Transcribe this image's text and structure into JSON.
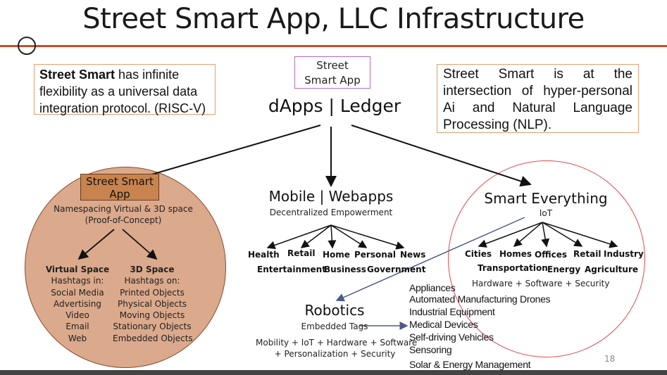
{
  "title": "Street Smart App, LLC Infrastructure",
  "left_note": {
    "bold": "Street Smart",
    "rest": " has infinite flexibility as a universal data integration protocol. (RISC-V)"
  },
  "right_note": "Street Smart is at the intersection of hyper-personal Ai and Natural Language Processing (NLP).",
  "top_node": {
    "label_line1": "Street",
    "label_line2": "Smart App",
    "subtitle": "dApps | Ledger"
  },
  "left_node": {
    "box_line1": "Street Smart",
    "box_line2": "App",
    "desc_line1": "Namespacing Virtual & 3D space",
    "desc_line2": "(Proof-of-Concept)",
    "virtual": {
      "title": "Virtual Space",
      "items": [
        "Hashtags in:",
        "Social Media",
        "Advertising",
        "Video",
        "Email",
        "Web"
      ]
    },
    "space3d": {
      "title": "3D Space",
      "items": [
        "Hashtags on:",
        "Printed Objects",
        "Physical Objects",
        "Moving Objects",
        "Stationary Objects",
        "Embedded Objects"
      ]
    }
  },
  "middle_node": {
    "title": "Mobile | Webapps",
    "subtitle": "Decentralized Empowerment",
    "row1": [
      "Health",
      "Retail",
      "Home",
      "Personal",
      "News"
    ],
    "row2": [
      "Entertainment",
      "Business",
      "Government"
    ]
  },
  "right_node": {
    "title": "Smart Everything",
    "subtitle": "IoT",
    "row1": [
      "Cities",
      "Homes",
      "Offices",
      "Retail",
      "Industry"
    ],
    "row2": [
      "Transportation",
      "Energy",
      "Agriculture"
    ],
    "footer": "Hardware + Software + Security"
  },
  "robotics": {
    "title": "Robotics",
    "subtitle": "Embedded Tags",
    "line1": "Mobility + IoT + Hardware + Software",
    "line2": "+ Personalization + Security",
    "list": [
      "Appliances",
      "Automated Manufacturing Drones",
      "Industrial Equipment",
      "Medical Devices",
      "Self-driving Vehicles",
      "Sensoring",
      "Solar & Energy Management"
    ]
  },
  "page_number": "18",
  "colors": {
    "accent_rule": "#c0502b",
    "left_circle_fill": "#dba98c",
    "box_fill": "#c8834e",
    "right_circle_stroke": "#e3484d",
    "arrow_blue": "#4a5a8a"
  }
}
